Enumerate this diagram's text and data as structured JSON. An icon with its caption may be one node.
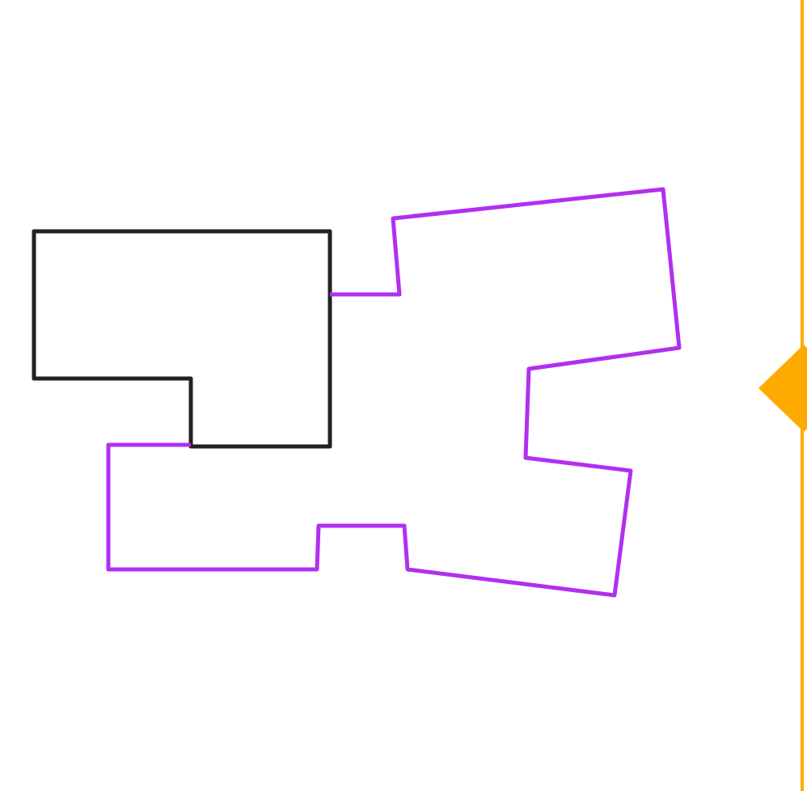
{
  "diagram": {
    "nodes": [
      {
        "text": [],
        "shape": "polygon"
      },
      {
        "text": [],
        "shape": "polygon"
      },
      {
        "text": [],
        "shape": "diamond"
      }
    ]
  }
}
